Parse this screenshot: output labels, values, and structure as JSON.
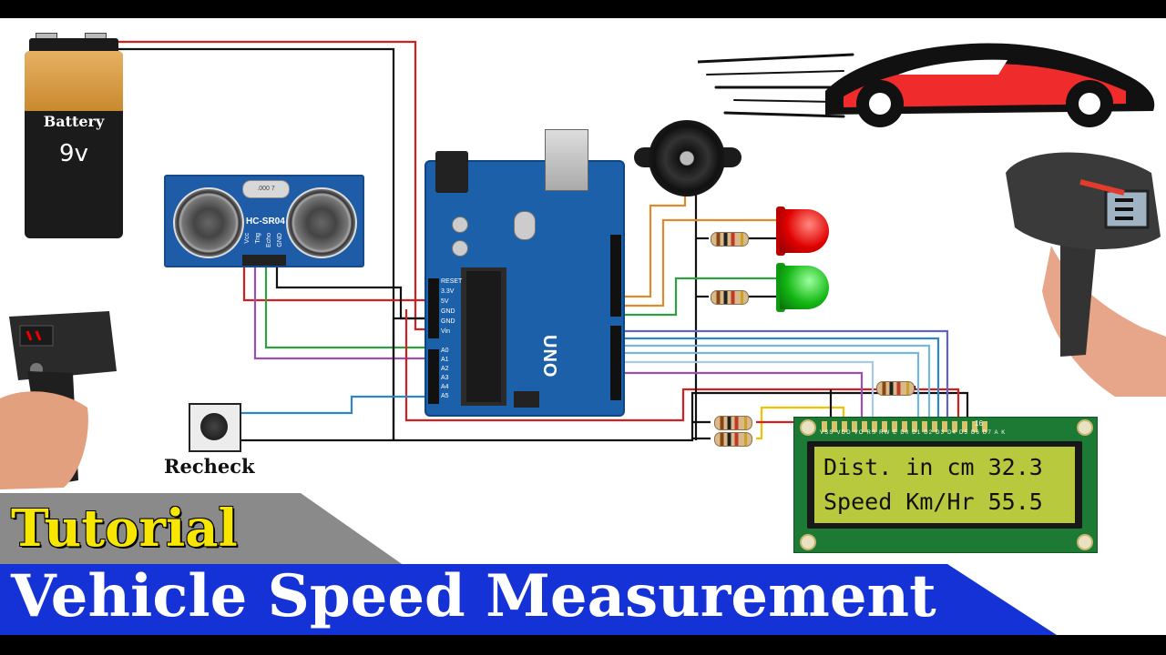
{
  "battery": {
    "label": "Battery",
    "voltage": "9v"
  },
  "sensor": {
    "model": "HC-SR04",
    "pins": [
      "Vcc",
      "Trig",
      "Echo",
      "GND"
    ],
    "crystal": ".000 7"
  },
  "arduino": {
    "board": "UNO",
    "analog_pins": [
      "A0",
      "A1",
      "A2",
      "A3",
      "A4",
      "A5"
    ],
    "power_pins": [
      "RESET",
      "3.3V",
      "5V",
      "GND",
      "GND",
      "Vin"
    ]
  },
  "button": {
    "label": "Recheck"
  },
  "lcd": {
    "line1": "Dist. in cm 32.3",
    "line2": "Speed Km/Hr 55.5",
    "pin_labels": "VSS VDD VO RS RW E D0 D1 D2 D3 D4 D5 D6 D7 A K",
    "pin_count": "16"
  },
  "banner": {
    "tag": "Tutorial",
    "title": "Vehicle Speed Measurement"
  },
  "colors": {
    "wire_red": "#d22020",
    "wire_black": "#111111",
    "wire_orange": "#e08a2e",
    "wire_green": "#2ea043",
    "wire_purple": "#9b4fb0",
    "wire_blue": "#2e86c8",
    "wire_lightblue": "#74b7e0",
    "wire_yellow": "#f2c200",
    "title_blue": "#1432d6",
    "tag_yellow": "#f7e600"
  }
}
